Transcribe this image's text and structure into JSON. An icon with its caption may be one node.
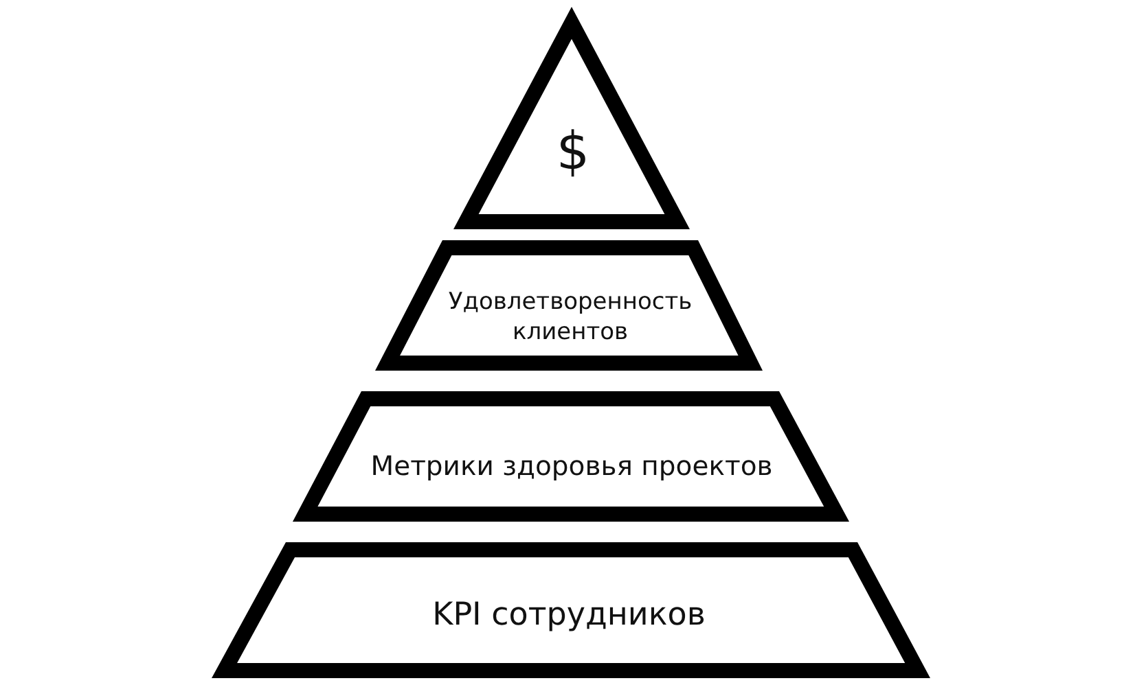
{
  "diagram": {
    "nodes": [
      {
        "text": [
          "$"
        ]
      },
      {
        "text": [
          "Удовлетворенность клиентов"
        ]
      },
      {
        "text": [
          "Метрики здоровья проектов"
        ]
      },
      {
        "text": [
          "KPI сотрудников"
        ]
      }
    ]
  }
}
